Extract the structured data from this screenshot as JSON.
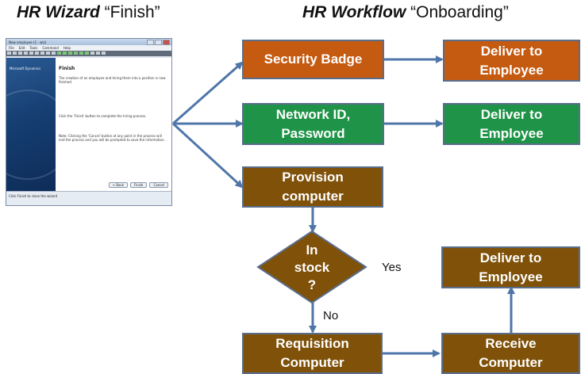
{
  "headings": {
    "left_bold": "HR Wizard",
    "left_quote": "“Finish”",
    "right_bold": "HR Workflow",
    "right_quote": "“Onboarding”"
  },
  "wizard": {
    "window_title": "New employee (1 - wiz)",
    "menu": [
      "File",
      "Edit",
      "Tools",
      "Command",
      "Help"
    ],
    "brand": "Microsoft Dynamics",
    "page_title": "Finish",
    "para1": "The creation of an employee and hiring them into a position is now finished.",
    "para2": "Click the 'Finish' button to complete the hiring process.",
    "para3": "Note: Clicking the 'Cancel' button at any point in the process will end the process and you will be prompted to save the information.",
    "back_label": "< Back",
    "finish_label": "Finish",
    "cancel_label": "Cancel",
    "status_text": "Click Finish to close the wizard"
  },
  "nodes": {
    "security_badge": "Security Badge",
    "deliver_1": "Deliver to\nEmployee",
    "network_id": "Network ID,\nPassword",
    "deliver_2": "Deliver to\nEmployee",
    "provision": "Provision\ncomputer",
    "in_stock": "In\nstock\n?",
    "deliver_3": "Deliver to\nEmployee",
    "requisition": "Requisition\nComputer",
    "receive": "Receive\nComputer"
  },
  "edge_labels": {
    "yes": "Yes",
    "no": "No"
  },
  "colors": {
    "orange": "#c55a11",
    "green": "#1f9448",
    "brown": "#7f5109",
    "border": "#5a6e8c",
    "arrow": "#4f76a8"
  }
}
